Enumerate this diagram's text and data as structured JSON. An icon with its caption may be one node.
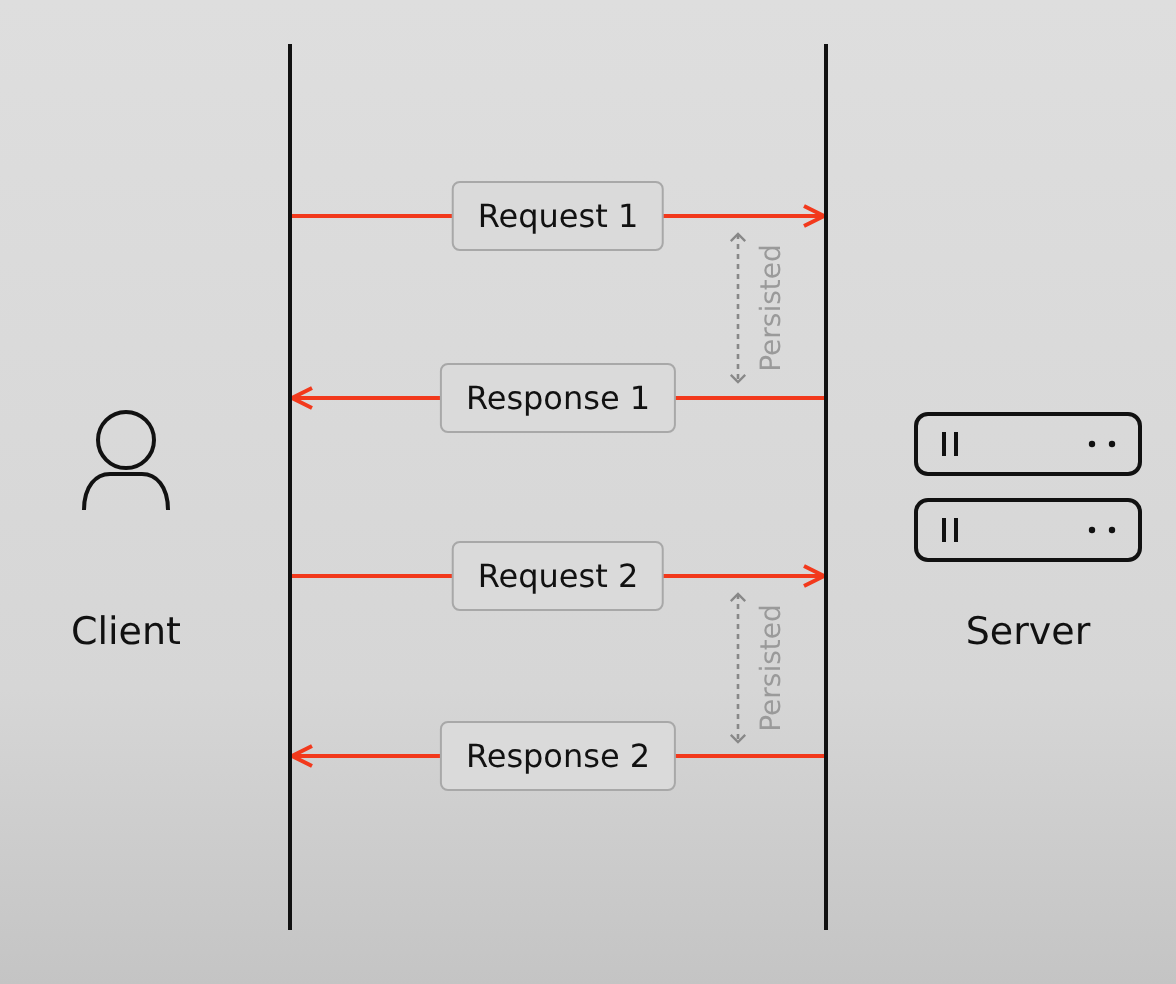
{
  "diagram": {
    "nodes": [
      {
        "text": [
          "Client"
        ]
      },
      {
        "text": [
          "Server"
        ]
      },
      {
        "text": [],
        "shape": "bar"
      },
      {
        "text": [],
        "shape": "bar"
      }
    ],
    "edges": [
      {
        "from": 2,
        "to": 3,
        "arrow": "to",
        "label": "Request 1"
      },
      {
        "from": 3,
        "to": 2,
        "arrow": "to",
        "label": "Response 1"
      },
      {
        "from": 2,
        "to": 3,
        "arrow": "to",
        "label": "Request 2"
      },
      {
        "from": 3,
        "to": 2,
        "arrow": "to",
        "label": "Response 2"
      }
    ],
    "labels": [
      "Persisted",
      "Persisted"
    ]
  }
}
